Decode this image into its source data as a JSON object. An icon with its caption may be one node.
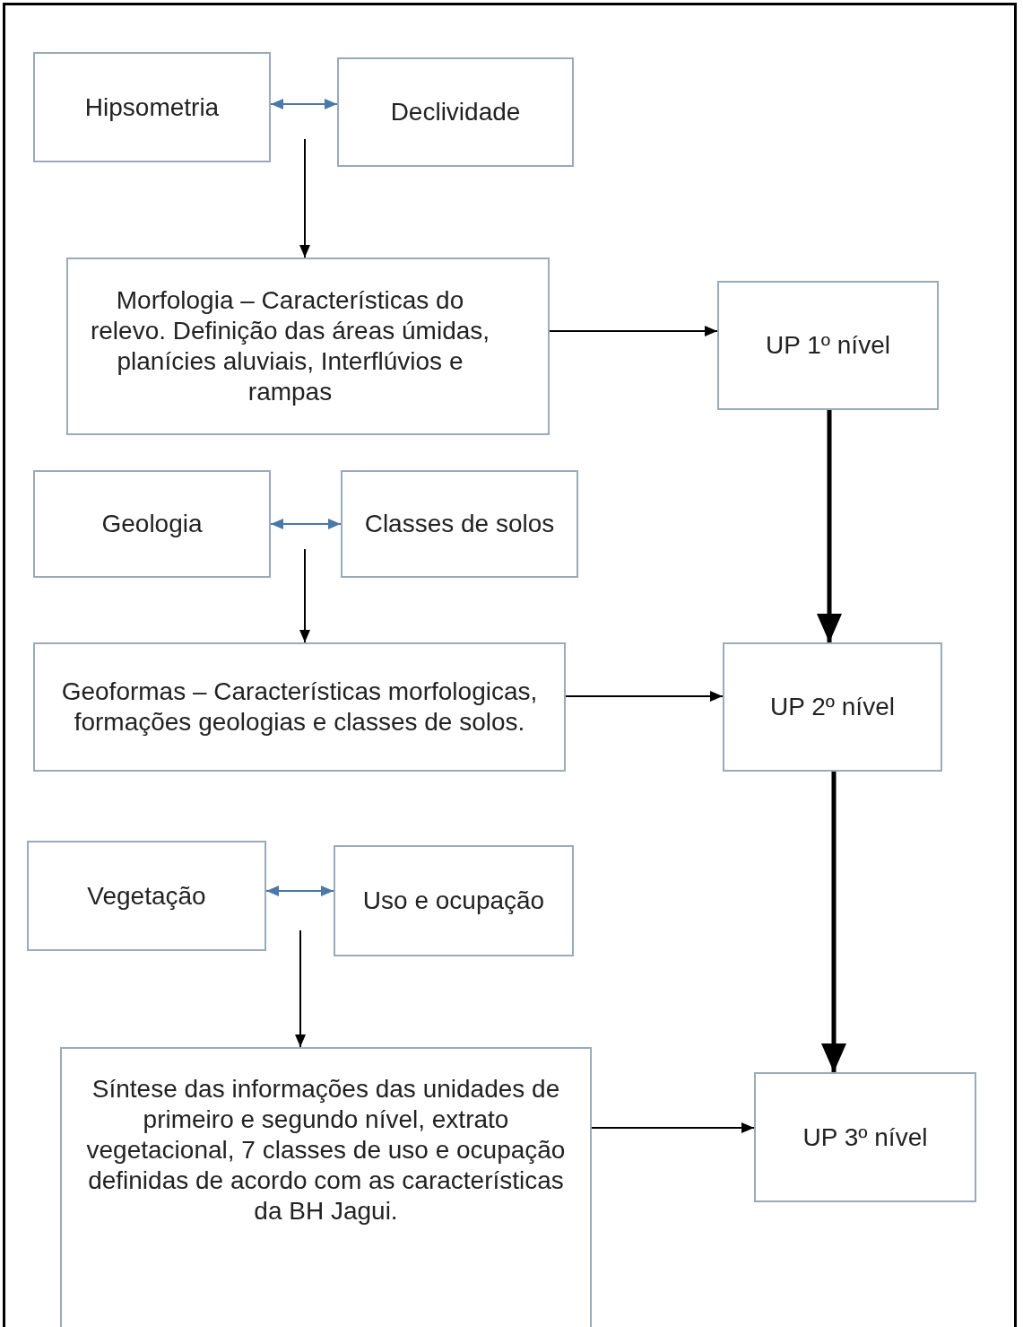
{
  "diagram": {
    "nodes": [
      {
        "text": [
          "Hipsometria"
        ]
      },
      {
        "text": [
          "Declividade"
        ]
      },
      {
        "text": [
          "Morfologia – Características do relevo. Definição das áreas úmidas, planícies aluviais, Interflúvios e rampas"
        ]
      },
      {
        "text": [
          "UP 1º nível"
        ]
      },
      {
        "text": [
          "Geologia"
        ]
      },
      {
        "text": [
          "Classes de solos"
        ]
      },
      {
        "text": [
          "Geoformas – Características morfologicas, formações geologias e classes de solos."
        ]
      },
      {
        "text": [
          "UP 2º nível"
        ]
      },
      {
        "text": [
          "Vegetação"
        ]
      },
      {
        "text": [
          "Uso e ocupação"
        ]
      },
      {
        "text": [
          "Síntese das informações das unidades de primeiro e segundo nível, extrato vegetacional, 7 classes de uso e ocupação definidas de acordo com as características da BH Jagui."
        ]
      },
      {
        "text": [
          "UP 3º nível"
        ]
      }
    ],
    "edges": [
      {
        "from": 0,
        "to": 1,
        "arrow": "both",
        "color": "#4a78a8"
      },
      {
        "from": null,
        "to": 2,
        "arrow": "to"
      },
      {
        "from": 2,
        "to": 3,
        "arrow": "to"
      },
      {
        "from": 3,
        "to": 7,
        "arrow": "to",
        "style": "thick"
      },
      {
        "from": 4,
        "to": 5,
        "arrow": "both",
        "color": "#4a78a8"
      },
      {
        "from": null,
        "to": 6,
        "arrow": "to"
      },
      {
        "from": 6,
        "to": 7,
        "arrow": "to"
      },
      {
        "from": 7,
        "to": 11,
        "arrow": "to",
        "style": "thick"
      },
      {
        "from": 8,
        "to": 9,
        "arrow": "both",
        "color": "#4a78a8"
      },
      {
        "from": null,
        "to": 10,
        "arrow": "to"
      },
      {
        "from": 10,
        "to": 11,
        "arrow": "to"
      }
    ]
  }
}
